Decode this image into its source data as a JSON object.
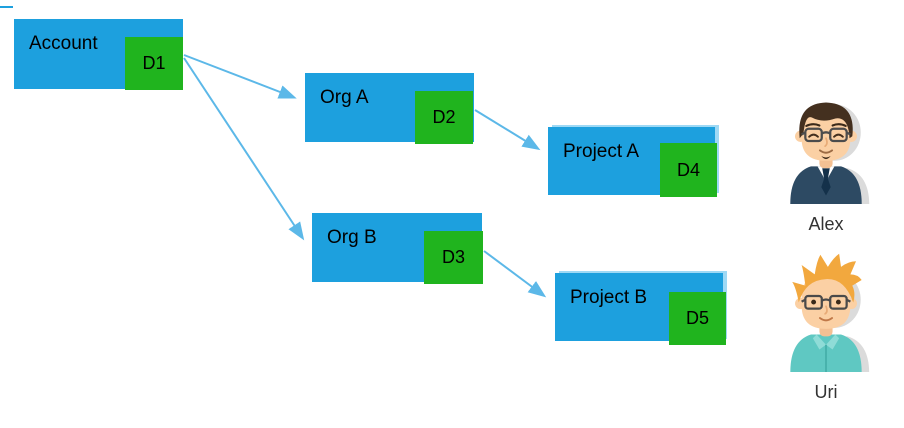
{
  "diagram": {
    "nodes": [
      {
        "id": "account",
        "label": "Account",
        "badge": "D1"
      },
      {
        "id": "org-a",
        "label": "Org A",
        "badge": "D2"
      },
      {
        "id": "project-a",
        "label": "Project A",
        "badge": "D4"
      },
      {
        "id": "org-b",
        "label": "Org B",
        "badge": "D3"
      },
      {
        "id": "project-b",
        "label": "Project B",
        "badge": "D5"
      }
    ],
    "edges": [
      {
        "from": "D1",
        "to": "Org A"
      },
      {
        "from": "D1",
        "to": "Org B"
      },
      {
        "from": "D2",
        "to": "Project A"
      },
      {
        "from": "D3",
        "to": "Project B"
      }
    ]
  },
  "users": [
    {
      "name": "Alex",
      "avatar": "man-dark-hair-glasses-navy-sweater"
    },
    {
      "name": "Uri",
      "avatar": "man-blonde-spiky-hair-glasses-teal-shirt"
    }
  ],
  "colors": {
    "node_blue": "#1da0de",
    "badge_green": "#20b41e",
    "arrow_blue": "#5cb8e8"
  }
}
